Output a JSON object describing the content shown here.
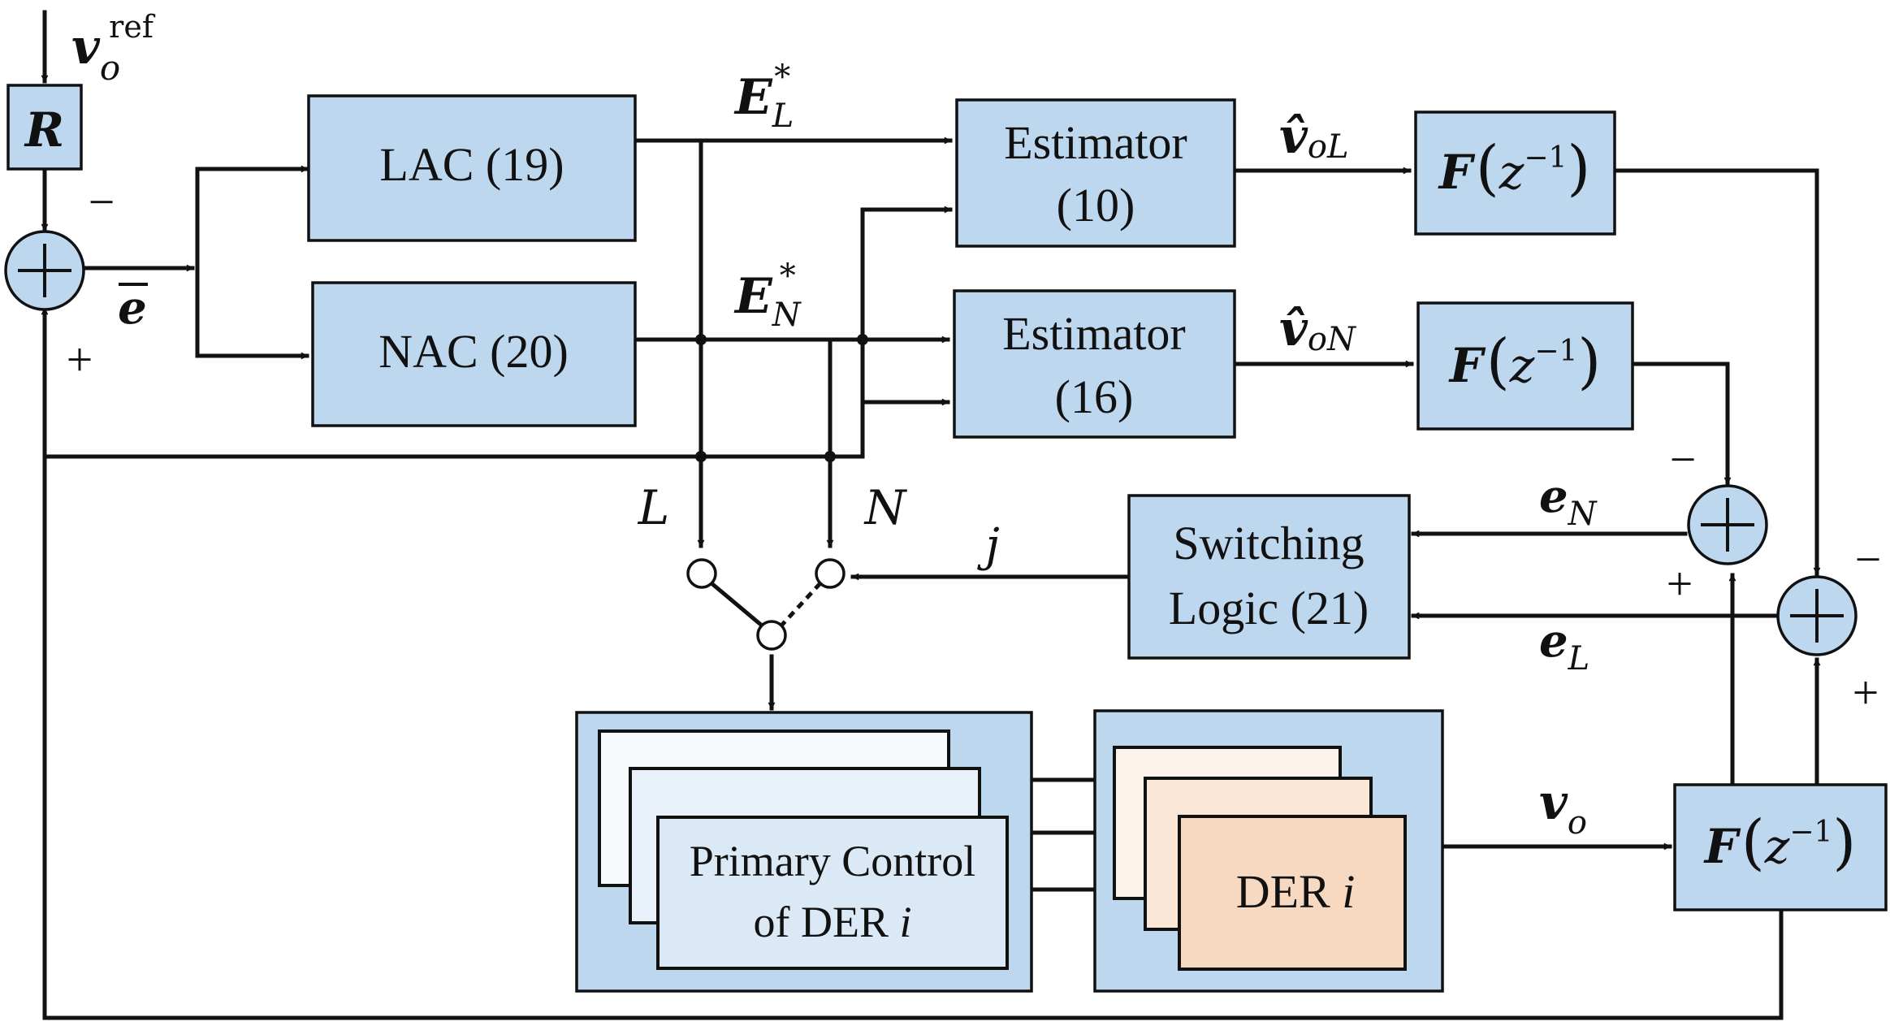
{
  "inputs": {
    "vref_symbol": "v",
    "vref_sub": "o",
    "vref_sup": "ref",
    "R_label": "R"
  },
  "blocks": {
    "lac": "LAC (19)",
    "nac": "NAC (20)",
    "estimator_10_line1": "Estimator",
    "estimator_10_line2": "(10)",
    "estimator_16_line1": "Estimator",
    "estimator_16_line2": "(16)",
    "filter_label": "F",
    "filter_arg": "z",
    "filter_exp": "−1",
    "switching_line1": "Switching",
    "switching_line2": "Logic (21)",
    "primary_line1": "Primary Control",
    "primary_line2": "of DER ",
    "primary_i": "i",
    "der_label": "DER ",
    "der_i": "i"
  },
  "signals": {
    "E": "E",
    "E_L_sub": "L",
    "E_N_sub": "N",
    "star": "*",
    "v_hat": "v̂",
    "oL_sub": "oL",
    "oN_sub": "oN",
    "e_bar": "e",
    "e": "e",
    "eN_sub": "N",
    "eL_sub": "L",
    "v": "v",
    "vo_sub": "o",
    "switch_L": "L",
    "switch_N": "N",
    "switch_j": "j"
  },
  "signs": {
    "minus": "−",
    "plus": "+"
  }
}
